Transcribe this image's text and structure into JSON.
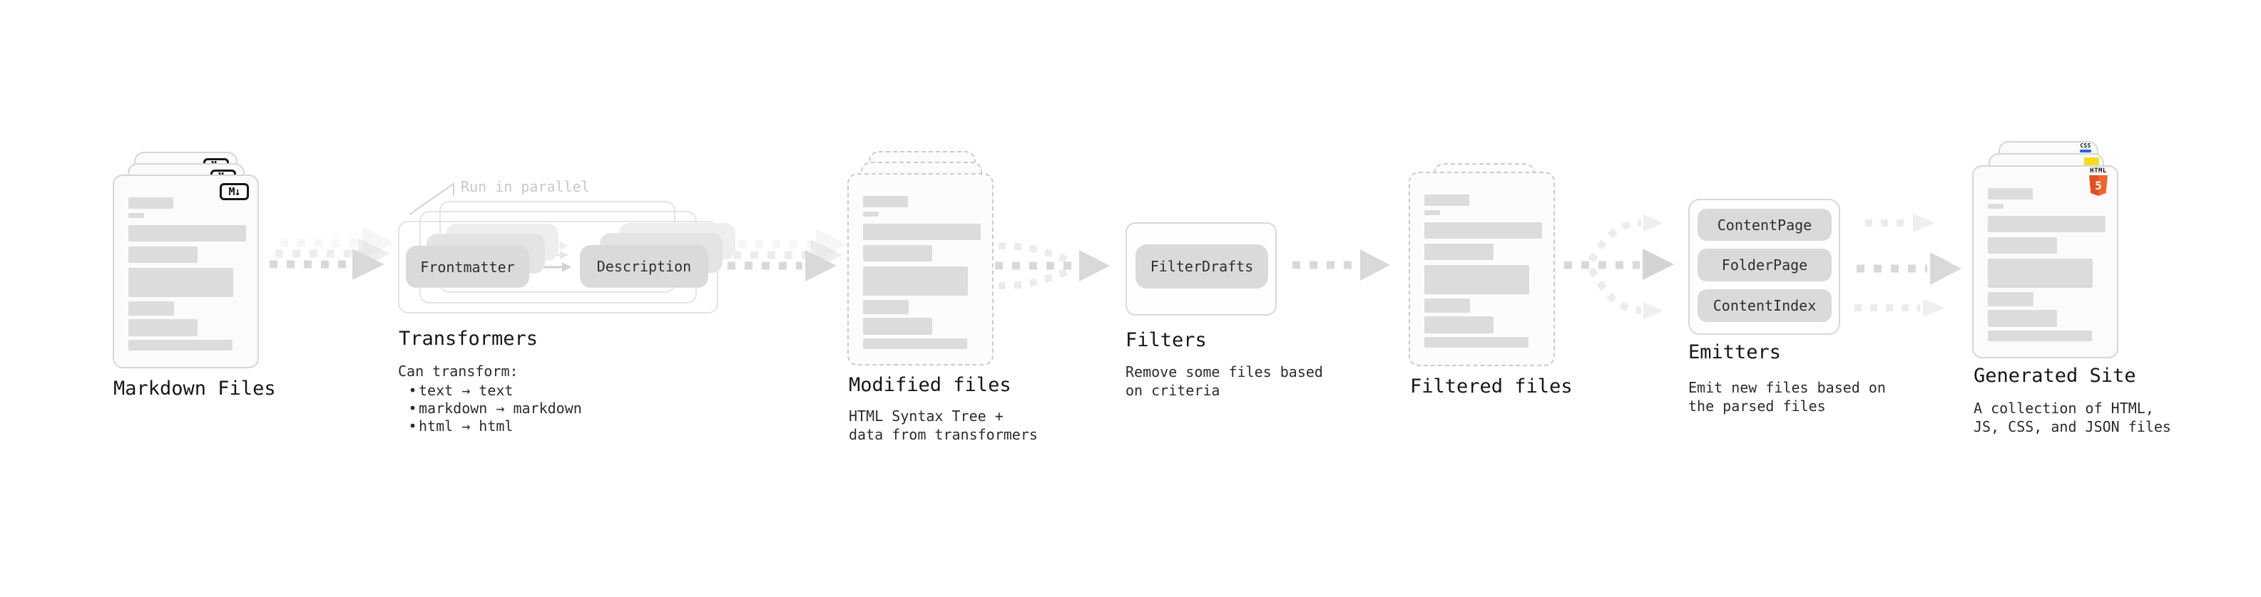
{
  "diagram": {
    "glyphs": {
      "bullet": "•",
      "markdown_icon": "M↓"
    },
    "stages": {
      "markdown_files": {
        "title": "Markdown Files"
      },
      "transformers": {
        "title": "Transformers",
        "note": "Run in parallel",
        "pill_from": "Frontmatter",
        "pill_to": "Description",
        "caption_heading": "Can transform:",
        "bullets": [
          "text → text",
          "markdown → markdown",
          "html → html"
        ]
      },
      "modified_files": {
        "title": "Modified files",
        "caption": "HTML Syntax Tree +\ndata from transformers"
      },
      "filters": {
        "title": "Filters",
        "pill": "FilterDrafts",
        "caption": "Remove some files based\non criteria"
      },
      "filtered_files": {
        "title": "Filtered files"
      },
      "emitters": {
        "title": "Emitters",
        "pills": [
          "ContentPage",
          "FolderPage",
          "ContentIndex"
        ],
        "caption": "Emit new files based on\nthe parsed files"
      },
      "generated_site": {
        "title": "Generated Site",
        "caption": "A collection of HTML,\nJS, CSS, and JSON files",
        "badges": {
          "css_label": "CSS",
          "html_label": "HTML",
          "html_number": "5"
        }
      }
    },
    "colors": {
      "html5_orange": "#e44d26",
      "js_yellow": "#f5de19",
      "css_blue": "#2862e9",
      "arrow_gray": "#d9d9d9"
    }
  }
}
